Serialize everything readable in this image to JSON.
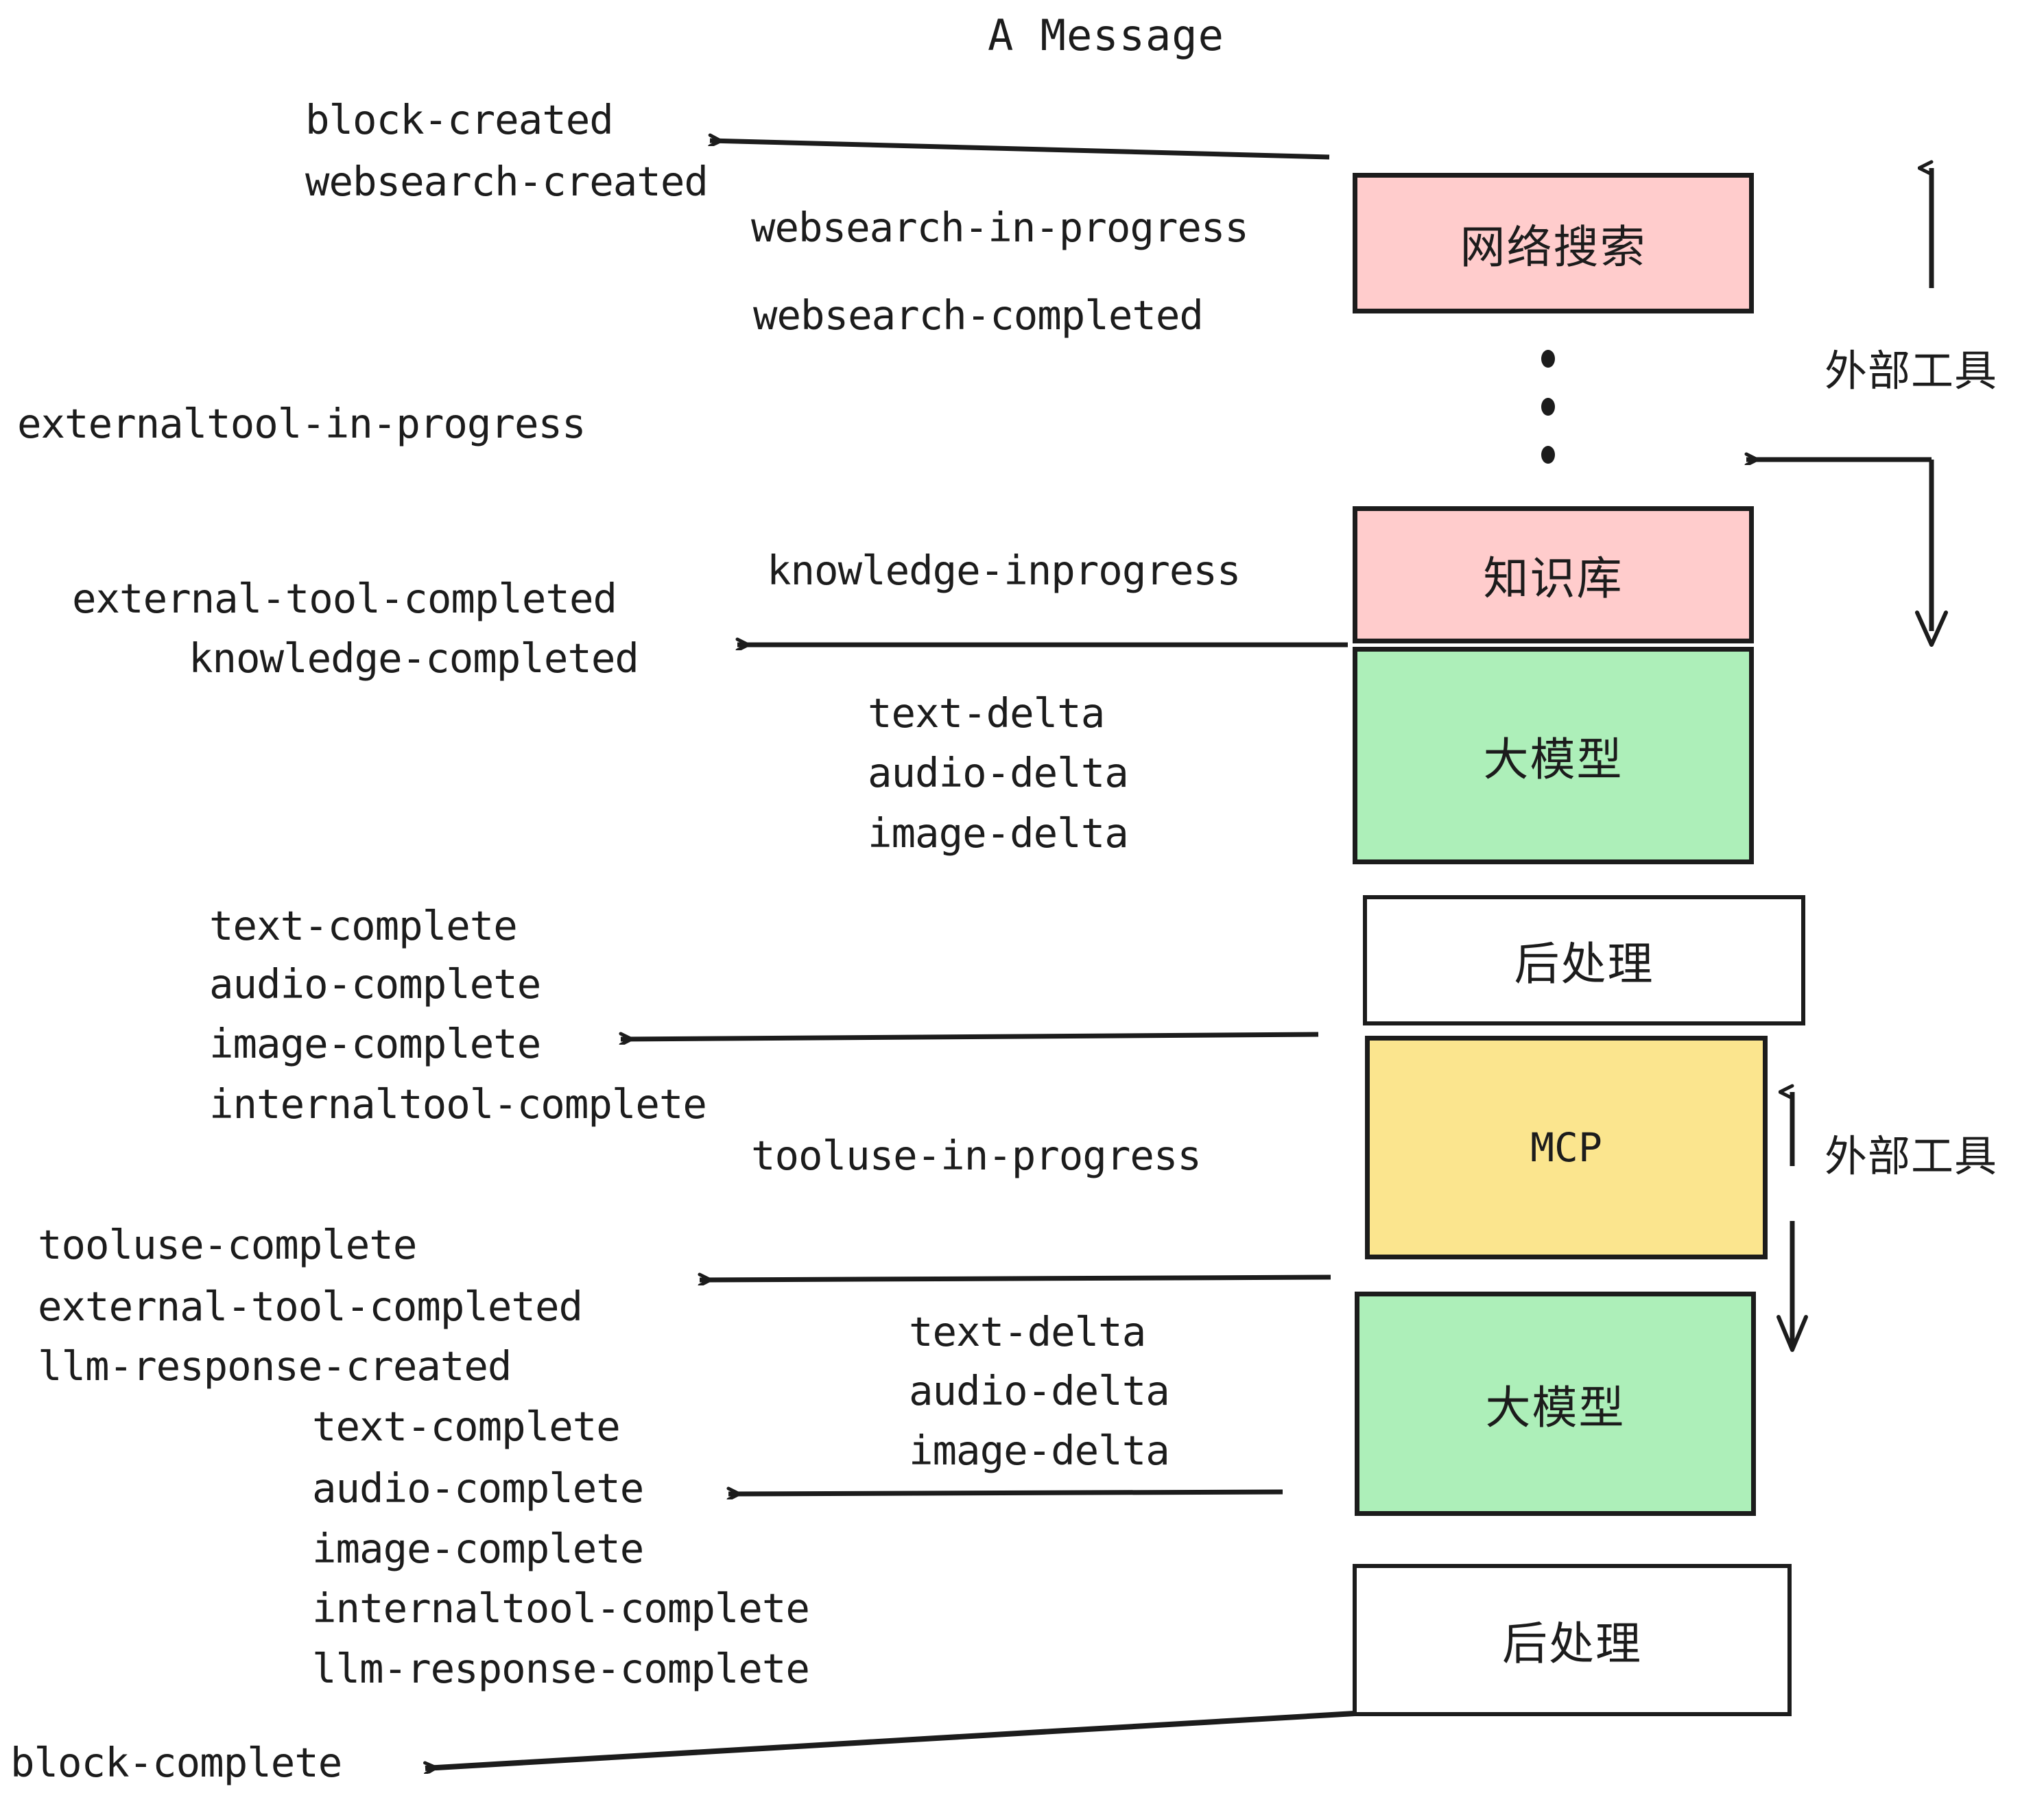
{
  "diagram": {
    "title": "A Message",
    "colors": {
      "external_tool_fill": "#FFCCCC",
      "llm_fill": "#ADEFB9",
      "mcp_fill": "#FBE58E",
      "postprocess_fill": "#FFFFFF",
      "stroke": "#1C1C1C",
      "background": "#FFFFFF"
    },
    "boxes": [
      {
        "id": "websearch",
        "label": "网络搜索",
        "fill": "#FFCCCC"
      },
      {
        "id": "knowledgebase",
        "label": "知识库",
        "fill": "#FFCCCC"
      },
      {
        "id": "llm-1",
        "label": "大模型",
        "fill": "#ADEFB9"
      },
      {
        "id": "postprocess-1",
        "label": "后处理",
        "fill": "#FFFFFF"
      },
      {
        "id": "mcp",
        "label": "MCP",
        "fill": "#FBE58E"
      },
      {
        "id": "llm-2",
        "label": "大模型",
        "fill": "#ADEFB9"
      },
      {
        "id": "postprocess-2",
        "label": "后处理",
        "fill": "#FFFFFF"
      }
    ],
    "side_labels": [
      {
        "id": "external-tools-top",
        "text": "外部工具"
      },
      {
        "id": "external-tools-bottom",
        "text": "外部工具"
      }
    ],
    "events": {
      "block_created": "block-created",
      "websearch_created": "websearch-created",
      "websearch_in_progress": "websearch-in-progress",
      "websearch_completed": "websearch-completed",
      "externaltool_in_progress": "externaltool-in-progress",
      "knowledge_inprogress": "knowledge-inprogress",
      "external_tool_completed_1": "external-tool-completed",
      "knowledge_completed": "knowledge-completed",
      "text_delta_1": "text-delta",
      "audio_delta_1": "audio-delta",
      "image_delta_1": "image-delta",
      "text_complete_1": "text-complete",
      "audio_complete_1": "audio-complete",
      "image_complete_1": "image-complete",
      "internaltool_complete_1": "internaltool-complete",
      "tooluse_in_progress": "tooluse-in-progress",
      "tooluse_complete": "tooluse-complete",
      "external_tool_completed_2": "external-tool-completed",
      "llm_response_created": "llm-response-created",
      "text_delta_2": "text-delta",
      "audio_delta_2": "audio-delta",
      "image_delta_2": "image-delta",
      "text_complete_2": "text-complete",
      "audio_complete_2": "audio-complete",
      "image_complete_2": "image-complete",
      "internaltool_complete_2": "internaltool-complete",
      "llm_response_complete": "llm-response-complete",
      "block_complete": "block-complete"
    }
  }
}
